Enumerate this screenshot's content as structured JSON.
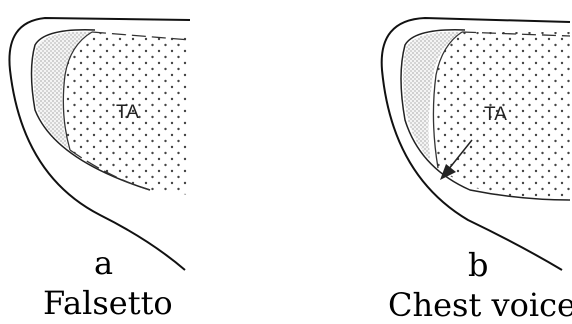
{
  "panels": [
    {
      "letter": "a",
      "caption": "Falsetto",
      "muscle_label": "TA"
    },
    {
      "letter": "b",
      "caption": "Chest voice",
      "muscle_label": "TA"
    }
  ]
}
